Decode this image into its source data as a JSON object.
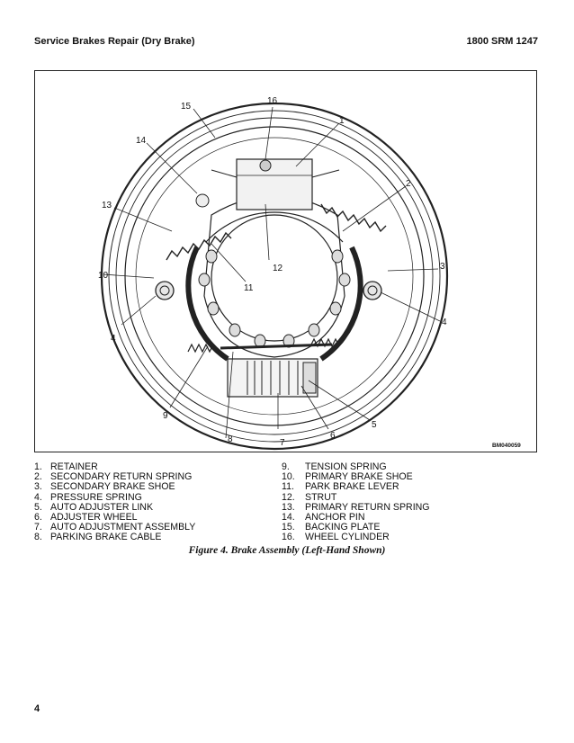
{
  "header": {
    "left": "Service Brakes Repair (Dry Brake)",
    "right": "1800 SRM 1247"
  },
  "figure": {
    "code": "BM040059",
    "callouts": [
      "1",
      "2",
      "3",
      "4",
      "4",
      "5",
      "6",
      "7",
      "8",
      "9",
      "10",
      "11",
      "12",
      "13",
      "14",
      "15",
      "16"
    ]
  },
  "legend_left": [
    {
      "num": "1.",
      "text": "RETAINER"
    },
    {
      "num": "2.",
      "text": "SECONDARY RETURN SPRING"
    },
    {
      "num": "3.",
      "text": "SECONDARY BRAKE SHOE"
    },
    {
      "num": "4.",
      "text": "PRESSURE SPRING"
    },
    {
      "num": "5.",
      "text": "AUTO ADJUSTER LINK"
    },
    {
      "num": "6.",
      "text": "ADJUSTER WHEEL"
    },
    {
      "num": "7.",
      "text": "AUTO ADJUSTMENT ASSEMBLY"
    },
    {
      "num": "8.",
      "text": "PARKING BRAKE CABLE"
    }
  ],
  "legend_right": [
    {
      "num": "9.",
      "text": "TENSION SPRING"
    },
    {
      "num": "10.",
      "text": "PRIMARY BRAKE SHOE"
    },
    {
      "num": "11.",
      "text": "PARK BRAKE LEVER"
    },
    {
      "num": "12.",
      "text": "STRUT"
    },
    {
      "num": "13.",
      "text": "PRIMARY RETURN SPRING"
    },
    {
      "num": "14.",
      "text": "ANCHOR PIN"
    },
    {
      "num": "15.",
      "text": "BACKING PLATE"
    },
    {
      "num": "16.",
      "text": "WHEEL CYLINDER"
    }
  ],
  "caption": "Figure 4. Brake Assembly (Left-Hand Shown)",
  "page_number": "4"
}
